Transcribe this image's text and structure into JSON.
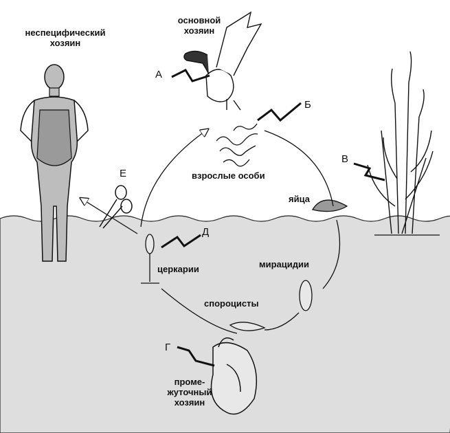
{
  "labels": {
    "nonspecific_host": [
      "неспецифический",
      "хозяин"
    ],
    "definitive_host": [
      "основной",
      "хозяин"
    ],
    "adults": "взрослые особи",
    "eggs": "яйца",
    "miracidia": "мирацидии",
    "sporocysts": "спороцисты",
    "cercariae": "церкарии",
    "intermediate_host": [
      "проме-",
      "жуточный",
      "хозяин"
    ]
  },
  "letters": {
    "A": "А",
    "B": "Б",
    "V": "В",
    "G": "Г",
    "D": "Д",
    "E": "Е"
  },
  "colors": {
    "water": "#dedede",
    "human_body": "#bdbdbd",
    "swimsuit": "#9a9a9a",
    "outline": "#111111"
  }
}
